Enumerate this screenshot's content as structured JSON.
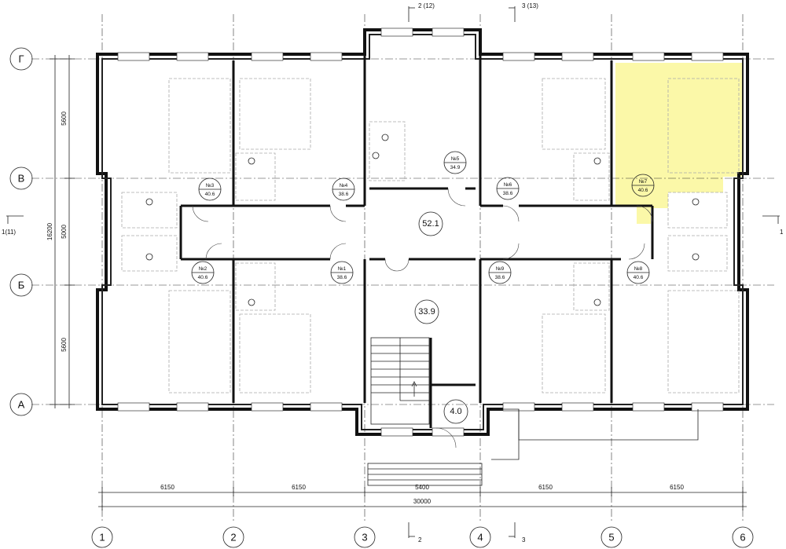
{
  "axes": {
    "rows": [
      "Г",
      "В",
      "Б",
      "А"
    ],
    "cols": [
      "1",
      "2",
      "3",
      "4",
      "5",
      "6"
    ]
  },
  "dimensions": {
    "horizontal": [
      "6150",
      "6150",
      "5400",
      "6150",
      "6150"
    ],
    "overall": "30000",
    "vertical": [
      "5600",
      "5000",
      "5600"
    ],
    "vertical_overall": "16200"
  },
  "sections": {
    "top_left": "2 (12)",
    "top_right": "3 (13)",
    "bottom_left": "2",
    "bottom_right": "3",
    "left": "1(11)",
    "right": "1"
  },
  "rooms": [
    {
      "no": "№1",
      "area": "38.6"
    },
    {
      "no": "№2",
      "area": "40.6"
    },
    {
      "no": "№3",
      "area": "40.6"
    },
    {
      "no": "№4",
      "area": "38.6"
    },
    {
      "no": "№5",
      "area": "34.9"
    },
    {
      "no": "№6",
      "area": "38.6"
    },
    {
      "no": "№7",
      "area": "40.6"
    },
    {
      "no": "№8",
      "area": "40.6"
    },
    {
      "no": "№9",
      "area": "38.6"
    }
  ],
  "common_areas": [
    "52.1",
    "33.9",
    "4.0"
  ],
  "highlight_color": "#fbf8a8"
}
